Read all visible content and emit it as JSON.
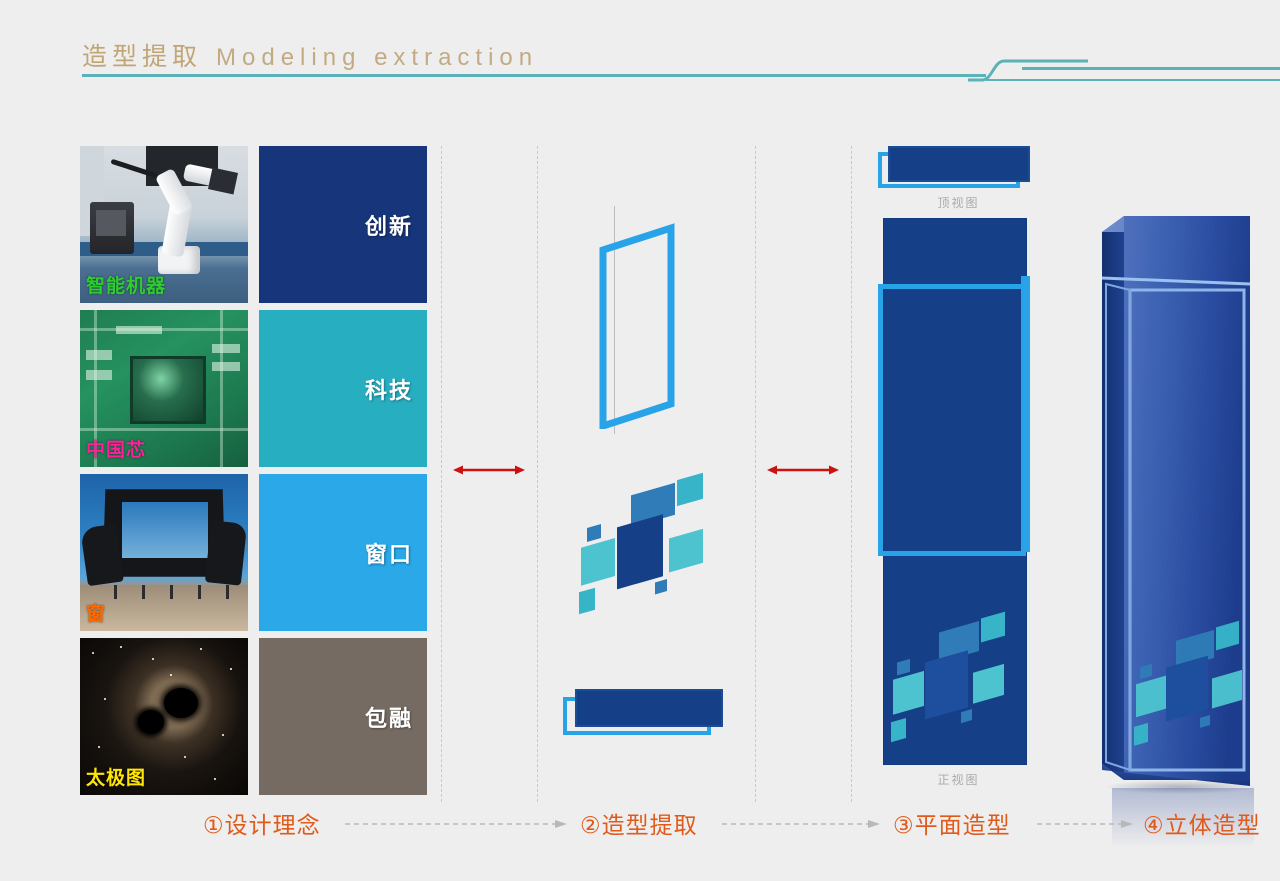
{
  "header": {
    "title_cn": "造型提取",
    "title_en": "Modeling extraction",
    "rule_color": "#5bb2b8",
    "title_color": "#c0a575"
  },
  "concepts": [
    {
      "photo_name": "industrial-robot-arm",
      "caption": "智能机器",
      "caption_color": "#2ecc2e",
      "swatch_label": "创新",
      "swatch_color": "#17357a"
    },
    {
      "photo_name": "circuit-board-chip",
      "caption": "中国芯",
      "caption_color": "#ff1f9a",
      "swatch_label": "科技",
      "swatch_color": "#27aec0"
    },
    {
      "photo_name": "hands-holding-frame",
      "caption": "窗",
      "caption_color": "#ff6a00",
      "swatch_label": "窗口",
      "swatch_color": "#2aa8e8"
    },
    {
      "photo_name": "binary-black-holes",
      "caption": "太极图",
      "caption_color": "#ffe600",
      "swatch_label": "包融",
      "swatch_color": "#756b63"
    }
  ],
  "extraction": {
    "frame_outline_color": "#29a3e8",
    "plate_fill_color": "#153f87",
    "mosaic_colors": {
      "navy": "#153f87",
      "mid_blue": "#2f7cb8",
      "teal": "#37b4c8",
      "light_teal": "#4cc3cf"
    }
  },
  "views": {
    "top_view_label": "顶视图",
    "front_view_label": "正视图"
  },
  "steps": [
    {
      "label": "①设计理念"
    },
    {
      "label": "②造型提取"
    },
    {
      "label": "③平面造型"
    },
    {
      "label": "④立体造型"
    }
  ],
  "arrows": {
    "color": "#cc1111",
    "count": 2
  }
}
